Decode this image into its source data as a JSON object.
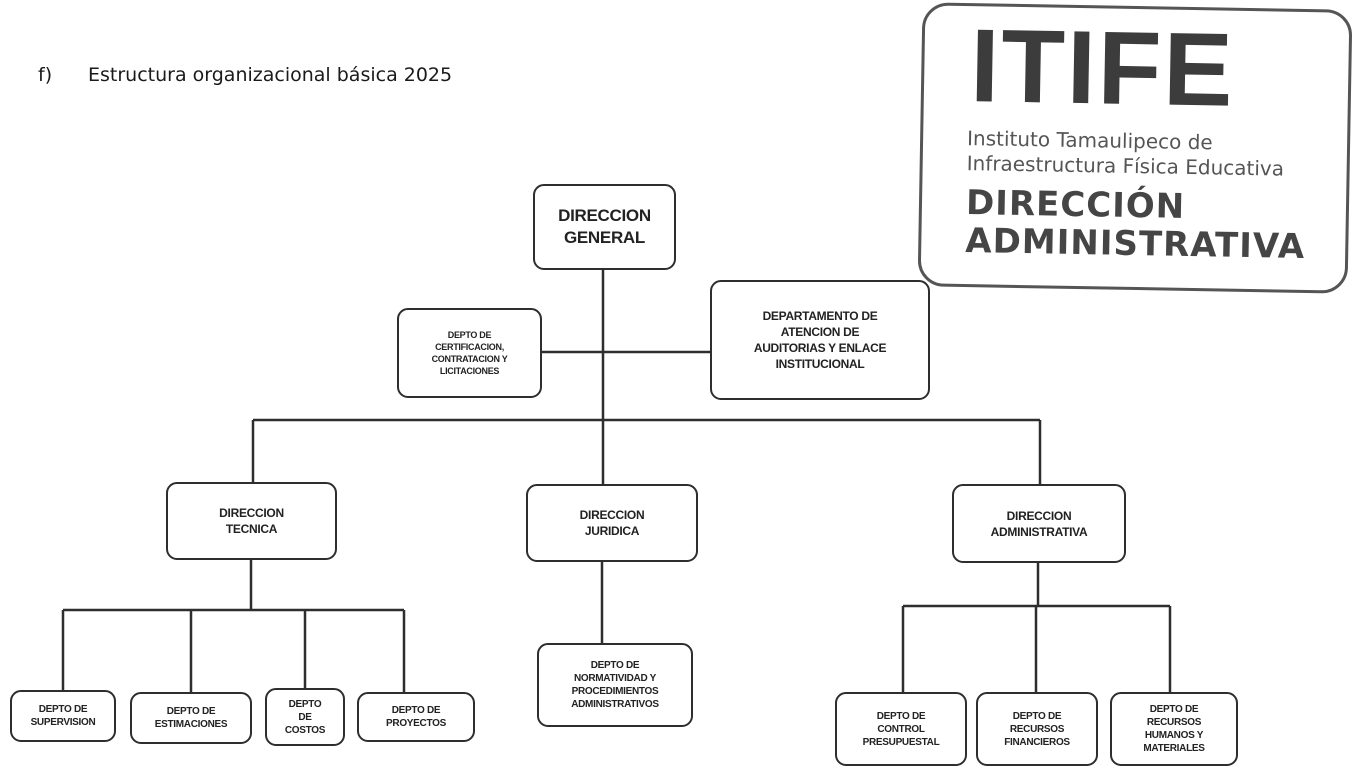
{
  "document": {
    "section_number": "f)",
    "heading": "Estructura organizacional básica 2025"
  },
  "stamp": {
    "logo": "ITIFE",
    "institution_line1": "Instituto Tamaulipeco de",
    "institution_line2": "Infraestructura Física Educativa",
    "department_line1": "DIRECCIÓN",
    "department_line2": "ADMINISTRATIVA"
  },
  "org_chart": {
    "direccion_general": "DIRECCION\nGENERAL",
    "staff_left": "DEPTO DE\nCERTIFICACION,\nCONTRATACION Y\nLICITACIONES",
    "staff_right": "DEPARTAMENTO DE\nATENCION DE\nAUDITORIAS Y ENLACE\nINSTITUCIONAL",
    "direccion_tecnica": "DIRECCION\nTECNICA",
    "direccion_juridica": "DIRECCION\nJURIDICA",
    "direccion_administrativa": "DIRECCION\nADMINISTRATIVA",
    "depto_supervision": "DEPTO DE\nSUPERVISION",
    "depto_estimaciones": "DEPTO DE\nESTIMACIONES",
    "depto_costos": "DEPTO\nDE\nCOSTOS",
    "depto_proyectos": "DEPTO DE\nPROYECTOS",
    "depto_normatividad": "DEPTO DE\nNORMATIVIDAD Y\nPROCEDIMIENTOS\nADMINISTRATIVOS",
    "depto_control_presupuestal": "DEPTO DE\nCONTROL\nPRESUPUESTAL",
    "depto_recursos_financieros": "DEPTO DE\nRECURSOS\nFINANCIEROS",
    "depto_recursos_humanos": "DEPTO DE\nRECURSOS\nHUMANOS Y\nMATERIALES"
  }
}
